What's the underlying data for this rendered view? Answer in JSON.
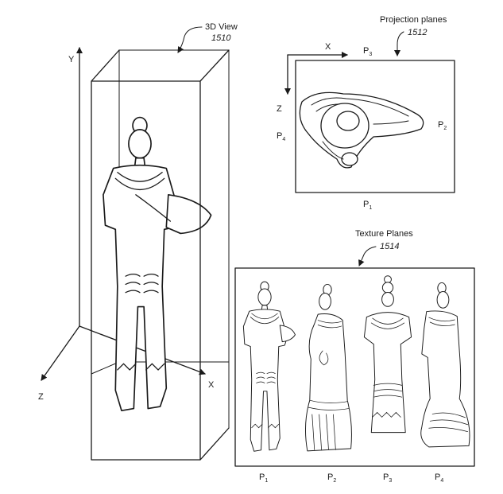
{
  "view3d": {
    "title": "3D View",
    "ref": "1510",
    "axes": {
      "x": "X",
      "y": "Y",
      "z": "Z"
    }
  },
  "projection": {
    "title": "Projection planes",
    "ref": "1512",
    "axes": {
      "x": "X",
      "z": "Z"
    },
    "planes": {
      "p1": {
        "base": "P",
        "sub": "1"
      },
      "p2": {
        "base": "P",
        "sub": "2"
      },
      "p3": {
        "base": "P",
        "sub": "3"
      },
      "p4": {
        "base": "P",
        "sub": "4"
      }
    }
  },
  "texture": {
    "title": "Texture Planes",
    "ref": "1514",
    "planes": [
      {
        "base": "P",
        "sub": "1"
      },
      {
        "base": "P",
        "sub": "2"
      },
      {
        "base": "P",
        "sub": "3"
      },
      {
        "base": "P",
        "sub": "4"
      }
    ]
  }
}
